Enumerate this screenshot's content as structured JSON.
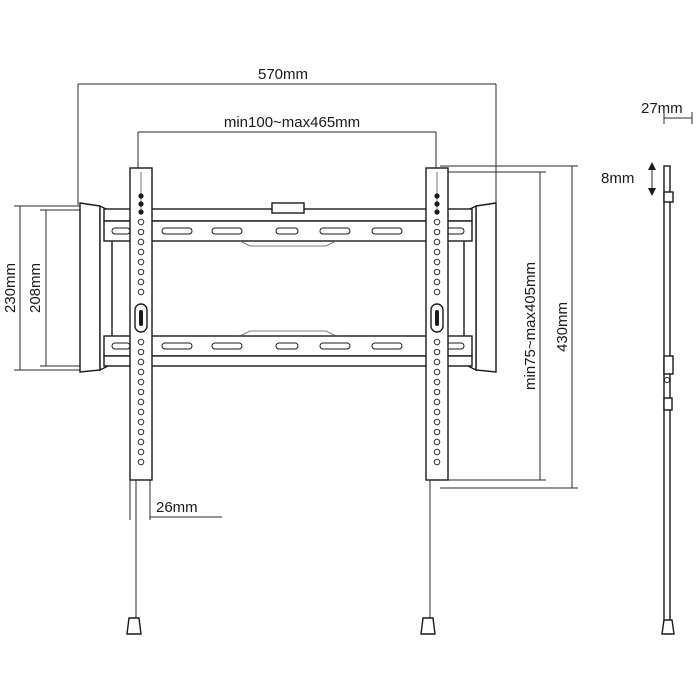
{
  "dimensions": {
    "overall_width": "570mm",
    "vesa_width": "min100~max465mm",
    "side_depth": "27mm",
    "side_offset": "8mm",
    "plate_height": "230mm",
    "rail_height": "208mm",
    "vesa_height": "min75~max405mm",
    "arm_height": "430mm",
    "arm_width": "26mm"
  }
}
